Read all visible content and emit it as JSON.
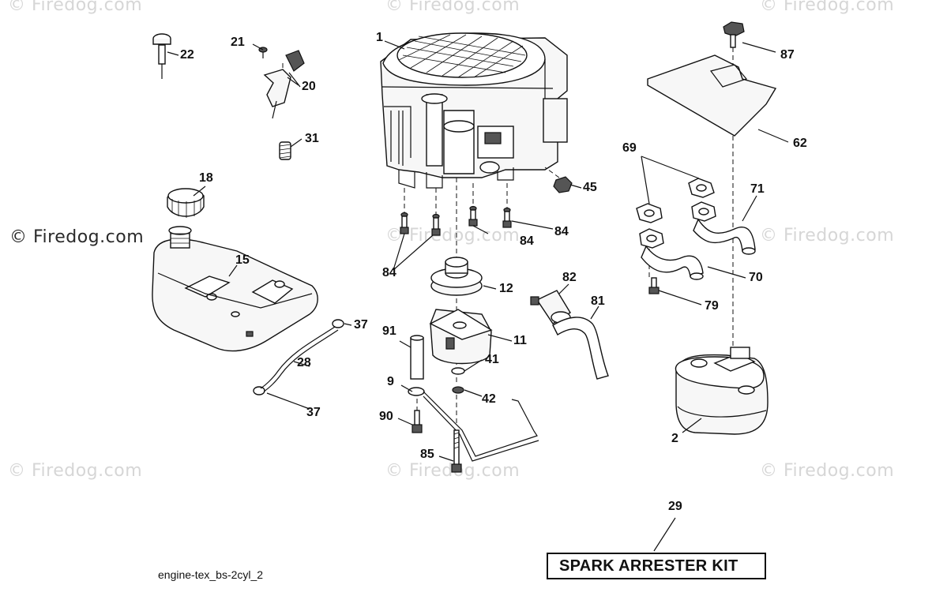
{
  "watermarks": {
    "text": "© Firedog.com",
    "prominent": "© Firedog.com"
  },
  "callouts": {
    "c1": "1",
    "c2": "2",
    "c9": "9",
    "c11": "11",
    "c12": "12",
    "c15": "15",
    "c18": "18",
    "c20": "20",
    "c21": "21",
    "c22": "22",
    "c28": "28",
    "c29": "29",
    "c31": "31",
    "c37a": "37",
    "c37b": "37",
    "c41": "41",
    "c42": "42",
    "c45": "45",
    "c62": "62",
    "c69": "69",
    "c70": "70",
    "c71": "71",
    "c79": "79",
    "c81": "81",
    "c82": "82",
    "c84a": "84",
    "c84b": "84",
    "c84c": "84",
    "c85": "85",
    "c87": "87",
    "c90": "90",
    "c91": "91"
  },
  "caption": "engine-tex_bs-2cyl_2",
  "kit_label": "SPARK ARRESTER KIT",
  "colors": {
    "ink": "#111111",
    "watermark": "#d6d6d6",
    "paper": "#ffffff"
  }
}
